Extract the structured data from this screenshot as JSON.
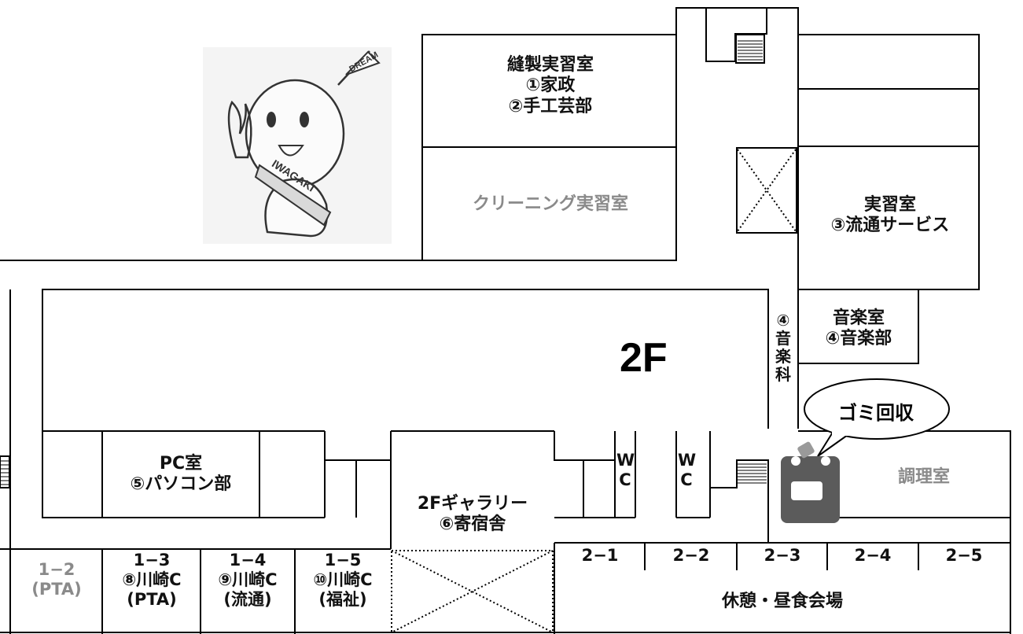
{
  "floor": "2F",
  "rooms": {
    "sewing": [
      "縫製実習室",
      "①家政",
      "②手工芸部"
    ],
    "cleaning": "クリーニング実習室",
    "practice": [
      "実習室",
      "③流通サービス"
    ],
    "music_room": [
      "音楽室",
      "④音楽部"
    ],
    "music_dept": [
      "④",
      "音",
      "楽",
      "科"
    ],
    "pc_room": [
      "PC室",
      "⑤パソコン部"
    ],
    "gallery": [
      "2Fギャラリー",
      "⑥寄宿舎"
    ],
    "wc1": [
      "W",
      "C"
    ],
    "wc2": [
      "W",
      "C"
    ],
    "cooking": "調理室",
    "garbage": "ゴミ回収",
    "rest_area": "休憩・昼食会場",
    "c12": [
      "1−2",
      "(PTA)"
    ],
    "c13": [
      "1−3",
      "⑧川崎C",
      "(PTA)"
    ],
    "c14": [
      "1−4",
      "⑨川崎C",
      "(流通)"
    ],
    "c15": [
      "1−5",
      "⑩川崎C",
      "(福祉)"
    ],
    "c21": "2−1",
    "c22": "2−2",
    "c23": "2−3",
    "c24": "2−4",
    "c25": "2−5"
  },
  "mascot": {
    "flag_text": "DREAM",
    "sash_text": "IWAGAKI"
  },
  "colors": {
    "line": "#000000",
    "gray_text": "#8a8a8a",
    "bin_body": "#5b5b5b"
  }
}
